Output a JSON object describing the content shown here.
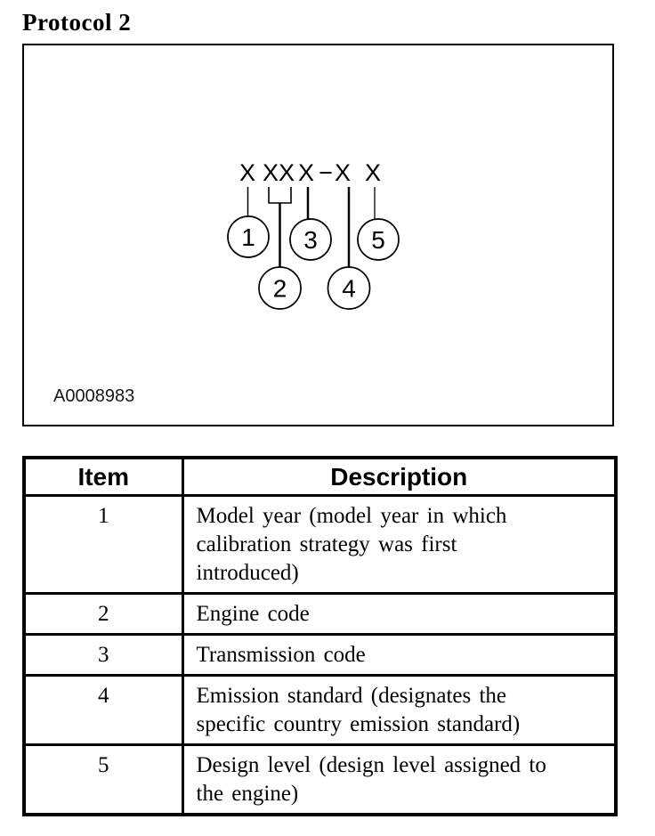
{
  "page": {
    "title": "Protocol 2"
  },
  "figure": {
    "id_label": "A0008983",
    "code_segments": [
      "X",
      "XX",
      "X",
      "−",
      "X",
      "X"
    ],
    "callouts": [
      "1",
      "2",
      "3",
      "4",
      "5"
    ]
  },
  "table": {
    "headers": [
      "Item",
      "Description"
    ],
    "rows": [
      {
        "item": "1",
        "description": "Model year (model year in which calibration strategy was first introduced)"
      },
      {
        "item": "2",
        "description": "Engine code"
      },
      {
        "item": "3",
        "description": "Transmission code"
      },
      {
        "item": "4",
        "description": "Emission standard (designates the specific country emission standard)"
      },
      {
        "item": "5",
        "description": "Design level (design level assigned to the engine)"
      }
    ]
  }
}
